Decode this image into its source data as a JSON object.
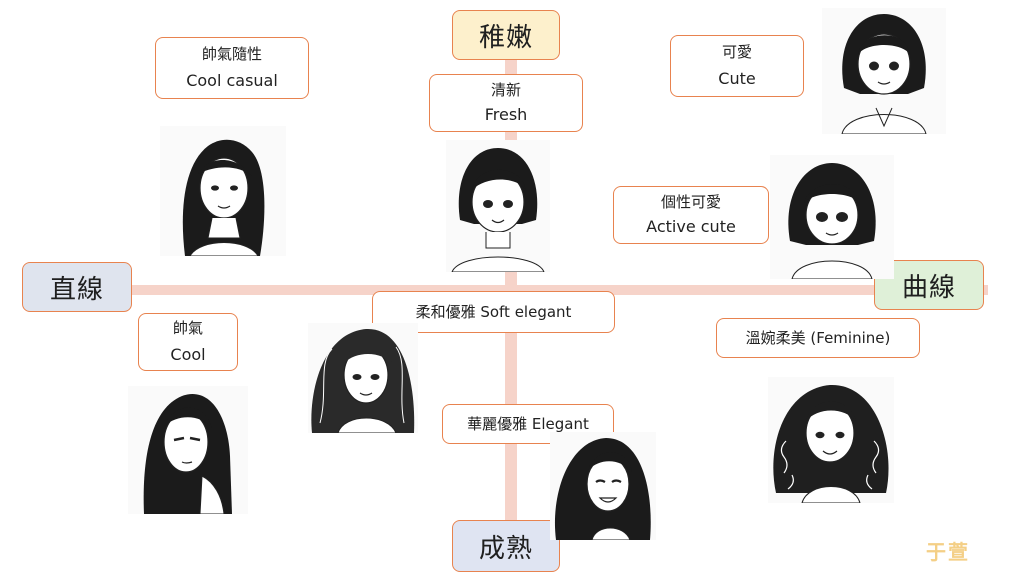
{
  "axes": {
    "top": {
      "label": "稚嫩",
      "color": "#fdf0cc"
    },
    "bottom": {
      "label": "成熟",
      "color": "#dfe4f2"
    },
    "left": {
      "label": "直線",
      "color": "#dfe4ee"
    },
    "right": {
      "label": "曲線",
      "color": "#dff0d8"
    }
  },
  "categories": [
    {
      "id": "cool-casual",
      "zh": "帥氣隨性",
      "en": "Cool casual"
    },
    {
      "id": "fresh",
      "zh": "清新",
      "en": "Fresh"
    },
    {
      "id": "cute",
      "zh": "可愛",
      "en": "Cute"
    },
    {
      "id": "active-cute",
      "zh": "個性可愛",
      "en": "Active cute"
    },
    {
      "id": "cool",
      "zh": "帥氣",
      "en": "Cool"
    },
    {
      "id": "soft-elegant",
      "text": "柔和優雅 Soft elegant"
    },
    {
      "id": "feminine",
      "text": "溫婉柔美 (Feminine)"
    },
    {
      "id": "elegant",
      "text": "華麗優雅 Elegant"
    }
  ],
  "portraits": {
    "cool_casual": "long-straight-hair-portrait",
    "fresh": "short-bob-portrait",
    "cute": "bob-with-bangs-portrait",
    "active_cute": "rounded-bob-portrait",
    "cool": "long-sleek-hair-portrait",
    "soft_elegant": "wavy-long-hair-portrait",
    "feminine": "curly-hair-portrait",
    "elegant": "long-glam-hair-portrait"
  },
  "watermark": "于萱"
}
